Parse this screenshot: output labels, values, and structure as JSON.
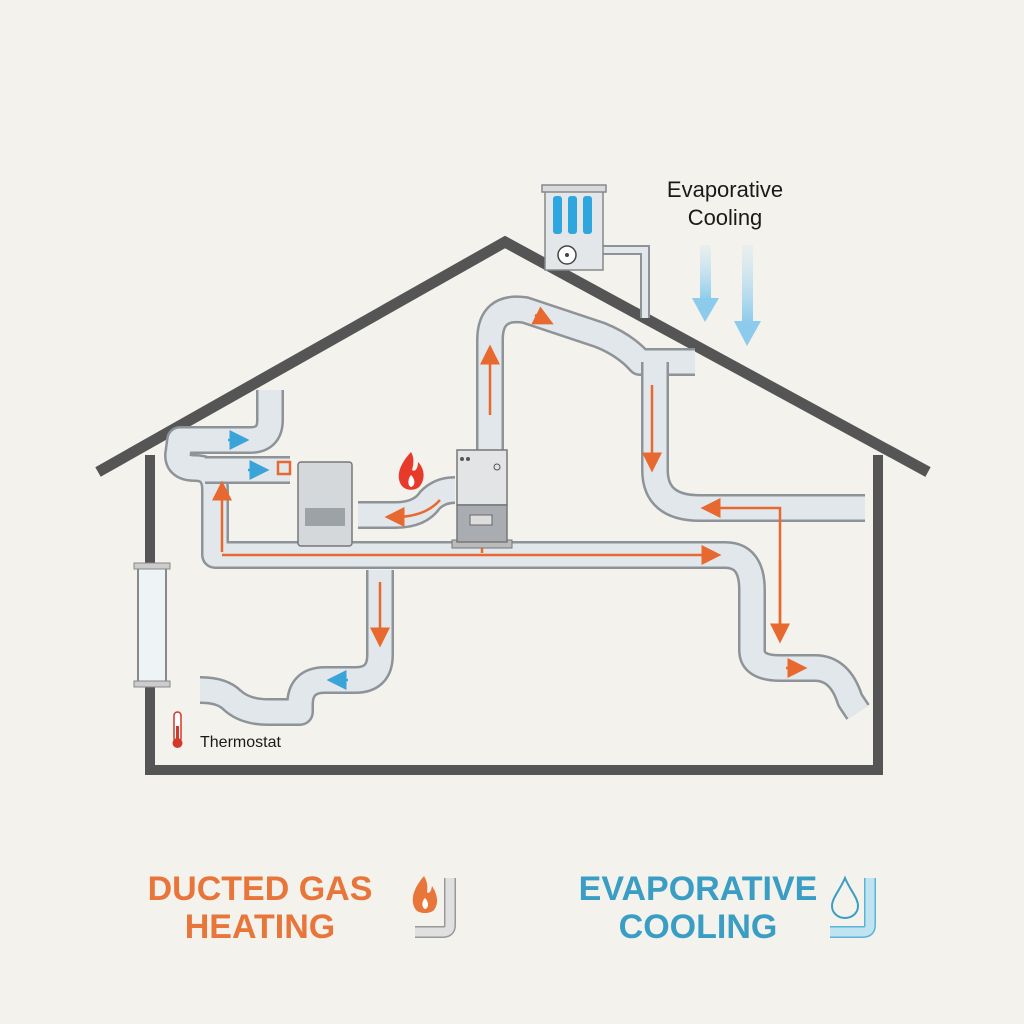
{
  "labels": {
    "evaporative_cooling_line1": "Evaporative",
    "evaporative_cooling_line2": "Cooling",
    "thermostat": "Thermostat"
  },
  "legend": {
    "heating_line1": "DUCTED GAS",
    "heating_line2": "HEATING",
    "cooling_line1": "EVAPORATIVE",
    "cooling_line2": "COOLING"
  },
  "colors": {
    "heating": "#e8763a",
    "cooling": "#3a9ec4",
    "house": "#555555",
    "background": "#f4f2ec"
  }
}
